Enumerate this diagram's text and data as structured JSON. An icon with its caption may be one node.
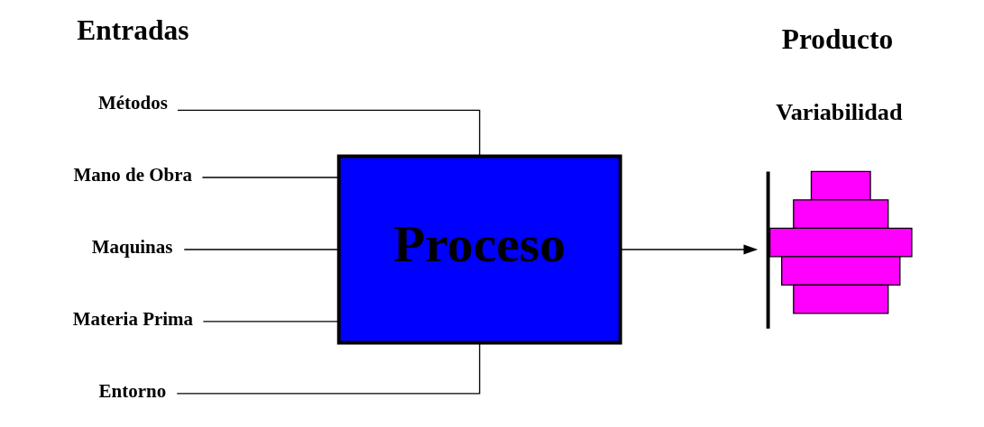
{
  "diagram": {
    "nodes": [
      {
        "text": [
          "Métodos"
        ]
      },
      {
        "text": [
          "Mano de Obra"
        ]
      },
      {
        "text": [
          "Maquinas"
        ]
      },
      {
        "text": [
          "Materia Prima"
        ]
      },
      {
        "text": [
          "Entorno"
        ]
      },
      {
        "text": [
          "Proceso"
        ]
      },
      {
        "text": [],
        "shape": "bar",
        "beside": [
          "Variabilidad"
        ]
      }
    ],
    "edges": [
      {
        "from": 0,
        "to": 5,
        "arrow": "none"
      },
      {
        "from": 1,
        "to": 5,
        "arrow": "none"
      },
      {
        "from": 2,
        "to": 5,
        "arrow": "none"
      },
      {
        "from": 3,
        "to": 5,
        "arrow": "none"
      },
      {
        "from": 4,
        "to": 5,
        "arrow": "none"
      },
      {
        "from": 5,
        "to": 6,
        "arrow": "to"
      }
    ],
    "labels": [
      "Entradas",
      "Producto"
    ]
  }
}
